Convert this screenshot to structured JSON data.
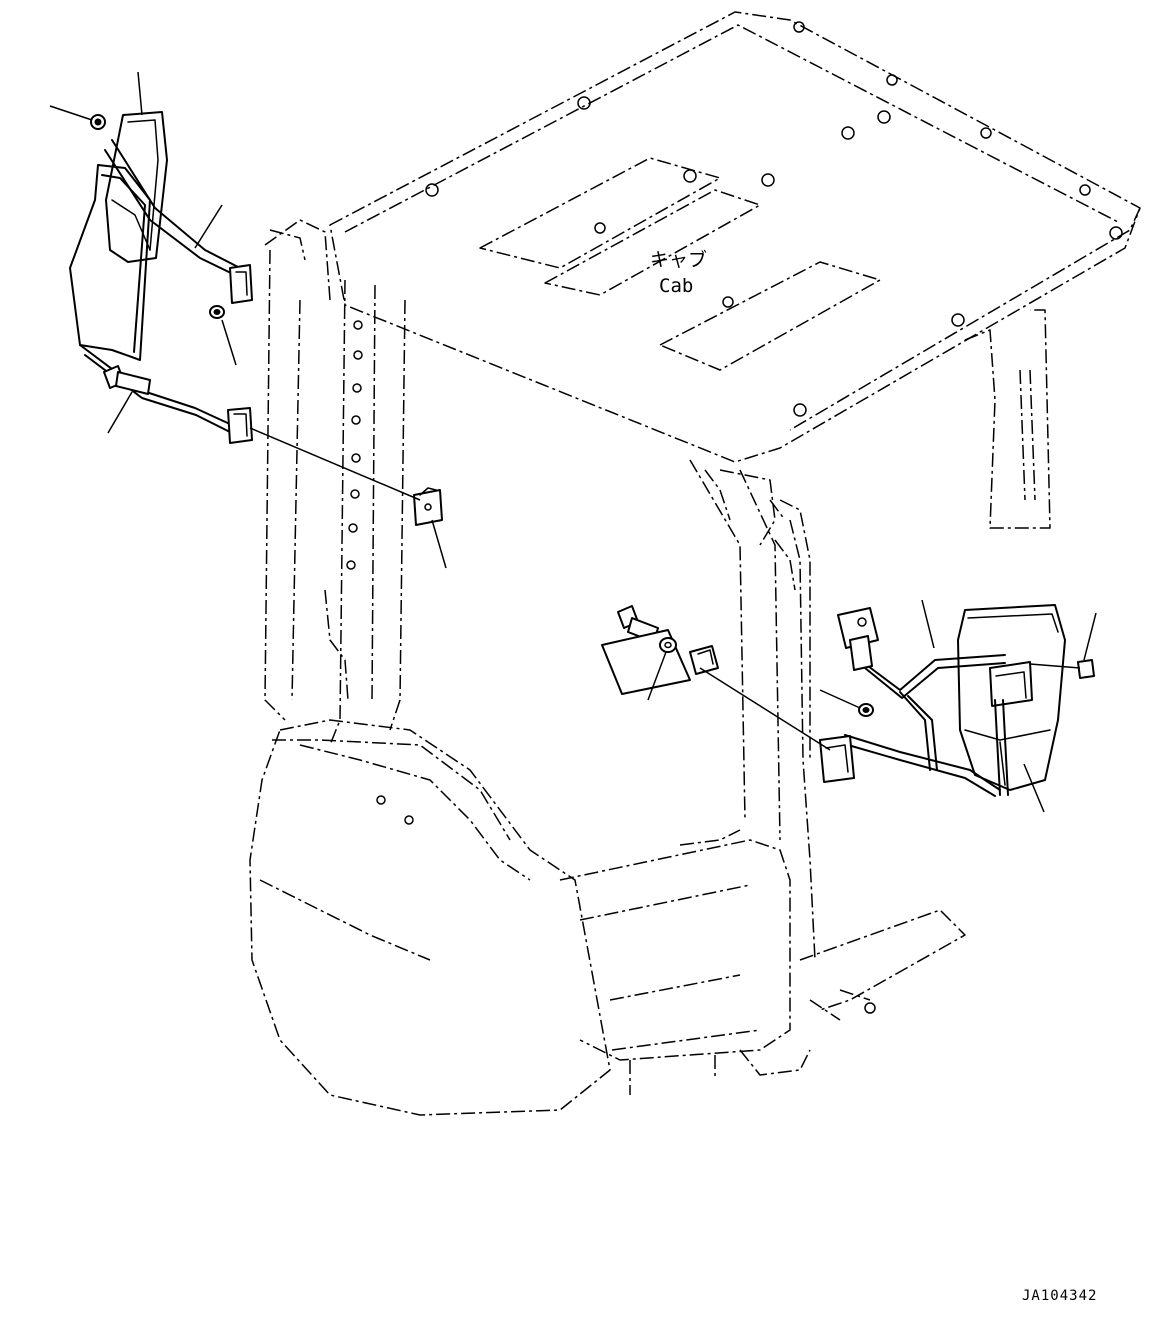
{
  "cab_label": {
    "japanese": "キャブ",
    "english": "Cab"
  },
  "drawing_code": "JA104342",
  "icons": [
    "left-mirror-icon",
    "right-mirror-icon",
    "cab-frame-icon",
    "bolt-icon",
    "nut-icon",
    "washer-icon",
    "bracket-icon",
    "clamp-icon"
  ]
}
